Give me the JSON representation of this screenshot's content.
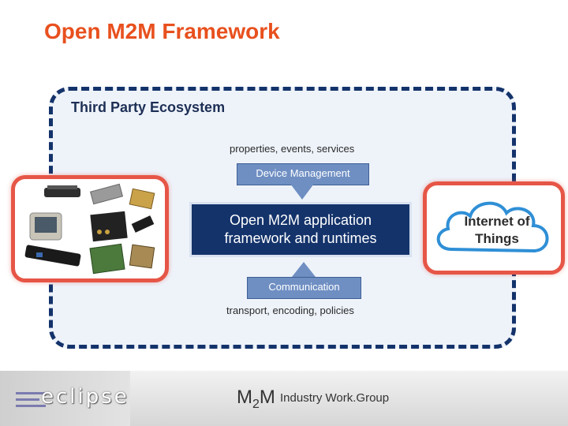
{
  "title": "Open M2M Framework",
  "ecosystem": {
    "label": "Third Party Ecosystem"
  },
  "top_arrow": {
    "caption": "properties, events, services",
    "box_label": "Device Management"
  },
  "core": {
    "line1": "Open M2M application",
    "line2": "framework and runtimes"
  },
  "bottom_arrow": {
    "box_label": "Communication",
    "caption": "transport, encoding, policies"
  },
  "cloud": {
    "line1": "Internet of",
    "line2": "Things"
  },
  "footer": {
    "eclipse_logo": "eclipse",
    "m2m_main": "M",
    "m2m_sub": "2",
    "m2m_end": "M",
    "group": "Industry Work.Group"
  },
  "colors": {
    "title": "#e8501e",
    "ecosystem_border": "#14336b",
    "core_box": "#14336b",
    "arrow_box": "#6f8fc3",
    "panel_border": "#e65647"
  },
  "icons": [
    "device-photos",
    "cloud-icon",
    "eclipse-logo"
  ]
}
